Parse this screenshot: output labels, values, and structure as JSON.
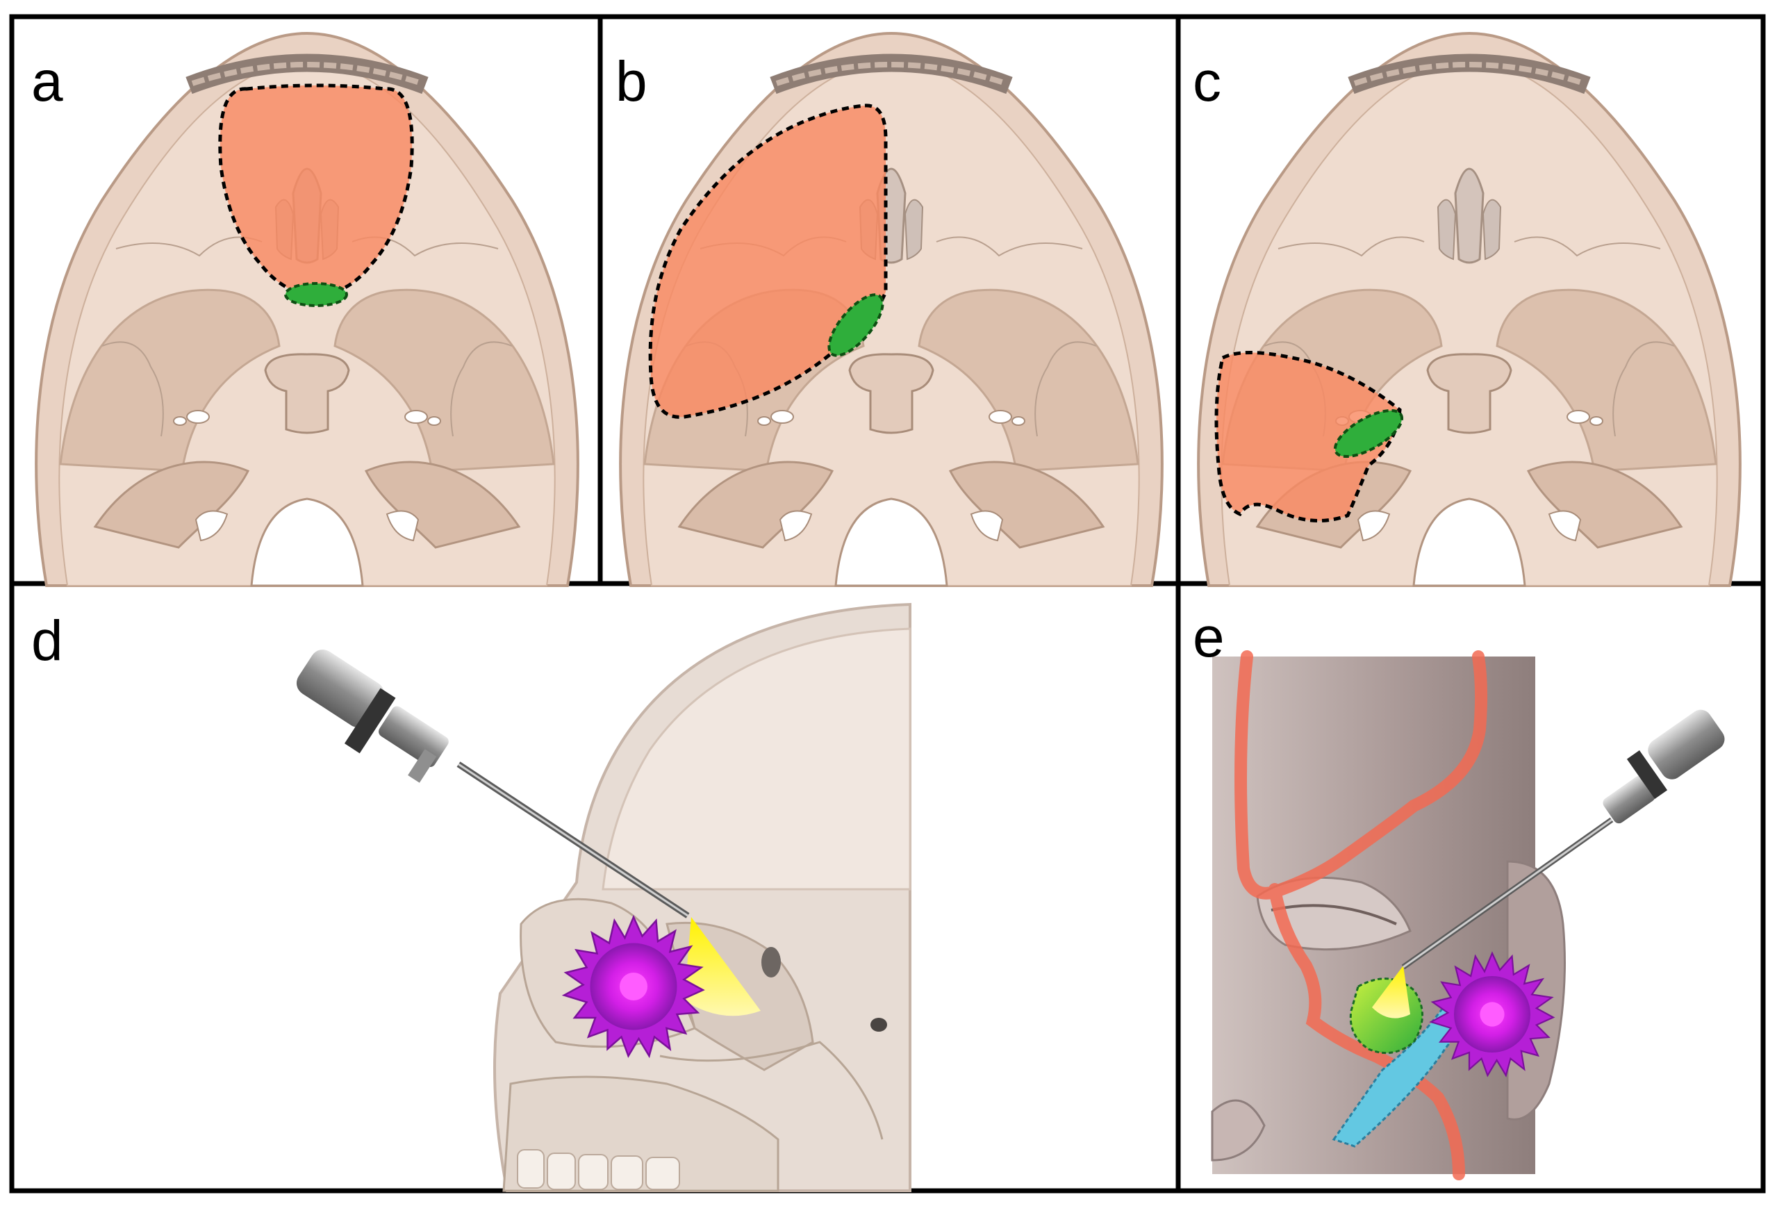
{
  "panels": [
    {
      "id": "a",
      "label": "a"
    },
    {
      "id": "b",
      "label": "b"
    },
    {
      "id": "c",
      "label": "c"
    },
    {
      "id": "d",
      "label": "d"
    },
    {
      "id": "e",
      "label": "e"
    }
  ],
  "colors": {
    "border": "#000000",
    "skull_base": "#e9d2c3",
    "skull_edge": "#c9ab98",
    "skull_shadow": "#d8bba8",
    "resection_zone": "#f98a63",
    "entry_window": "#2fae3b",
    "tumor": "#c21fd9",
    "tumor_core": "#ff36ff",
    "light_cone": "#fff23a",
    "vessel": "#f26a52",
    "duct": "#63c8e2",
    "face_skin": "#b7a6a3",
    "endoscope_metal": "#9a9a9a"
  },
  "icons": {
    "tumor": "spiky-tumor-icon",
    "endoscope": "endoscope-icon"
  }
}
